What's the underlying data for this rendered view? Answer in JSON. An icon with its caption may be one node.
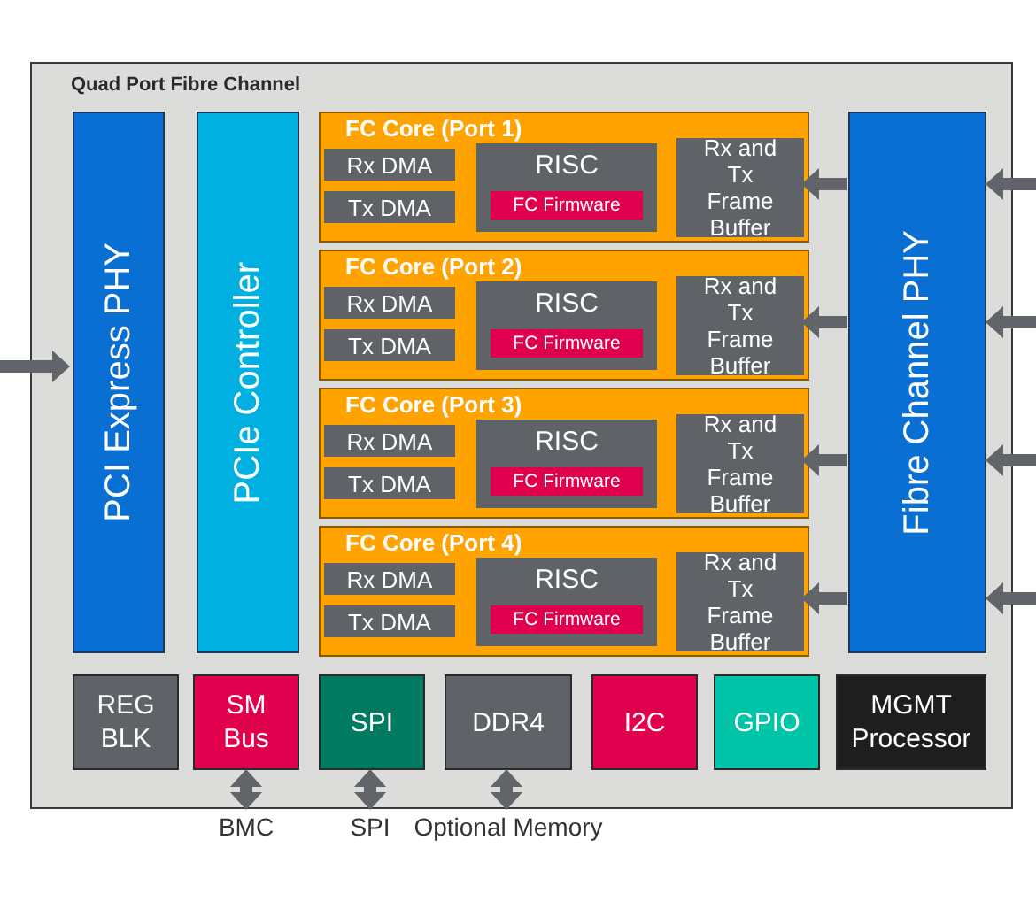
{
  "diagram": {
    "nodes": [
      {
        "text": [
          "Quad Port Fibre Channel"
        ]
      },
      {
        "text": [
          "PCI Express PHY"
        ],
        "in": 0
      },
      {
        "text": [
          "PCIe Controller"
        ],
        "in": 0
      },
      {
        "text": [
          "FC Core (Port 1)"
        ],
        "in": 0
      },
      {
        "text": [
          "Rx DMA"
        ],
        "in": 3
      },
      {
        "text": [
          "Tx DMA"
        ],
        "in": 3
      },
      {
        "text": [
          "RISC"
        ],
        "in": 3
      },
      {
        "text": [
          "FC Firmware"
        ],
        "in": 6
      },
      {
        "text": [
          "Rx and Tx Frame Buffer"
        ],
        "in": 3
      },
      {
        "text": [
          "FC Core (Port 2)"
        ],
        "in": 0
      },
      {
        "text": [
          "Rx DMA"
        ],
        "in": 9
      },
      {
        "text": [
          "Tx DMA"
        ],
        "in": 9
      },
      {
        "text": [
          "RISC"
        ],
        "in": 9
      },
      {
        "text": [
          "FC Firmware"
        ],
        "in": 12
      },
      {
        "text": [
          "Rx and Tx Frame Buffer"
        ],
        "in": 9
      },
      {
        "text": [
          "FC Core (Port 3)"
        ],
        "in": 0
      },
      {
        "text": [
          "Rx DMA"
        ],
        "in": 15
      },
      {
        "text": [
          "Tx DMA"
        ],
        "in": 15
      },
      {
        "text": [
          "RISC"
        ],
        "in": 15
      },
      {
        "text": [
          "FC Firmware"
        ],
        "in": 18
      },
      {
        "text": [
          "Rx and Tx Frame Buffer"
        ],
        "in": 15
      },
      {
        "text": [
          "FC Core (Port 4)"
        ],
        "in": 0
      },
      {
        "text": [
          "Rx DMA"
        ],
        "in": 21
      },
      {
        "text": [
          "Tx DMA"
        ],
        "in": 21
      },
      {
        "text": [
          "RISC"
        ],
        "in": 21
      },
      {
        "text": [
          "FC Firmware"
        ],
        "in": 24
      },
      {
        "text": [
          "Rx and Tx Frame Buffer"
        ],
        "in": 21
      },
      {
        "text": [
          "Fibre Channel PHY"
        ],
        "in": 0
      },
      {
        "text": [
          "REG BLK"
        ],
        "in": 0
      },
      {
        "text": [
          "SM Bus"
        ],
        "in": 0
      },
      {
        "text": [
          "SPI"
        ],
        "in": 0
      },
      {
        "text": [
          "DDR4"
        ],
        "in": 0
      },
      {
        "text": [
          "I2C"
        ],
        "in": 0
      },
      {
        "text": [
          "GPIO"
        ],
        "in": 0
      },
      {
        "text": [
          "MGMT Processor"
        ],
        "in": 0
      },
      {
        "text": [
          "BMC"
        ]
      },
      {
        "text": [
          "SPI"
        ]
      },
      {
        "text": [
          "Optional Memory"
        ]
      }
    ],
    "edges": [
      {
        "from": null,
        "to": 1,
        "arrow": "to"
      },
      {
        "from": null,
        "to": 27,
        "arrow": "to"
      },
      {
        "from": 27,
        "to": 8,
        "arrow": "to"
      },
      {
        "from": null,
        "to": 27,
        "arrow": "to"
      },
      {
        "from": 27,
        "to": 14,
        "arrow": "to"
      },
      {
        "from": null,
        "to": 27,
        "arrow": "to"
      },
      {
        "from": 27,
        "to": 20,
        "arrow": "to"
      },
      {
        "from": null,
        "to": 27,
        "arrow": "to"
      },
      {
        "from": 27,
        "to": 26,
        "arrow": "to"
      },
      {
        "from": 29,
        "to": 35,
        "arrow": "both"
      },
      {
        "from": 30,
        "to": 36,
        "arrow": "both"
      },
      {
        "from": 31,
        "to": 37,
        "arrow": "both"
      }
    ]
  }
}
